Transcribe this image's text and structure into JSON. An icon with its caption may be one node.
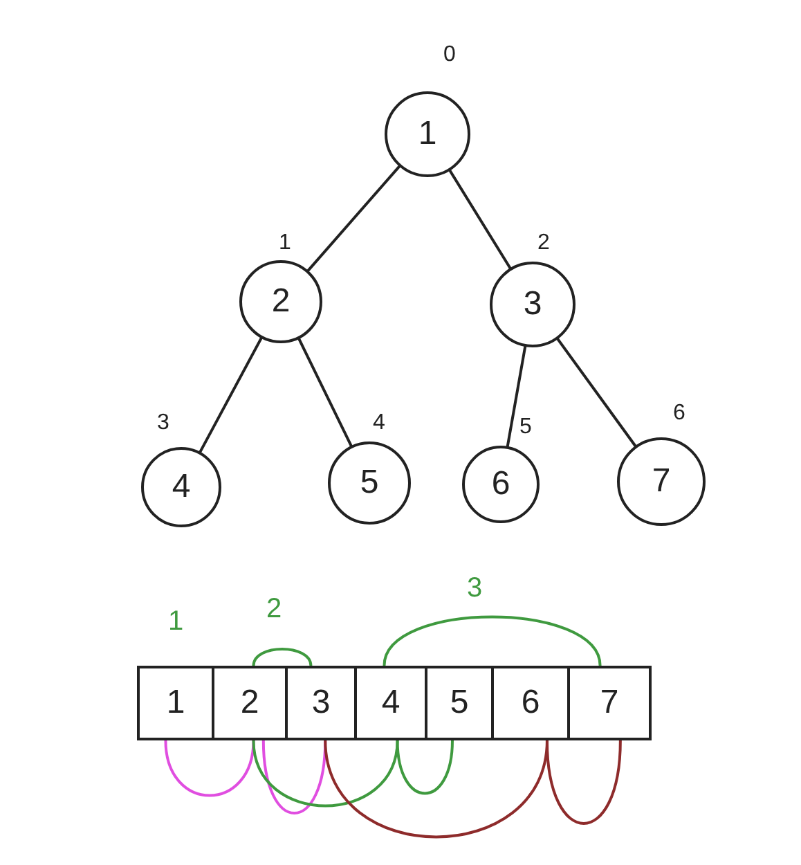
{
  "diagram": {
    "nodes": [
      {
        "text": [
          "1"
        ],
        "beside": [
          "0"
        ]
      },
      {
        "text": [
          "2"
        ],
        "beside": [
          "1"
        ]
      },
      {
        "text": [
          "3"
        ],
        "beside": [
          "2"
        ]
      },
      {
        "text": [
          "4"
        ],
        "beside": [
          "3"
        ]
      },
      {
        "text": [
          "5"
        ],
        "beside": [
          "4"
        ]
      },
      {
        "text": [
          "6"
        ],
        "beside": [
          "5"
        ]
      },
      {
        "text": [
          "7"
        ],
        "beside": [
          "6"
        ]
      },
      {
        "text": [
          "1"
        ]
      },
      {
        "text": [
          "2"
        ]
      },
      {
        "text": [
          "3"
        ]
      },
      {
        "text": [
          "4"
        ]
      },
      {
        "text": [
          "5"
        ]
      },
      {
        "text": [
          "6"
        ]
      },
      {
        "text": [
          "7"
        ]
      }
    ],
    "edges": [
      {
        "from": 0,
        "to": 1,
        "arrow": "none"
      },
      {
        "from": 0,
        "to": 2,
        "arrow": "none"
      },
      {
        "from": 1,
        "to": 3,
        "arrow": "none"
      },
      {
        "from": 1,
        "to": 4,
        "arrow": "none"
      },
      {
        "from": 2,
        "to": 5,
        "arrow": "none"
      },
      {
        "from": 2,
        "to": 6,
        "arrow": "none"
      },
      {
        "from": 7,
        "to": 8,
        "arrow": "none",
        "color": "#e04ee0"
      },
      {
        "from": 8,
        "to": 9,
        "arrow": "none",
        "color": "#e04ee0"
      },
      {
        "from": 8,
        "to": 9,
        "arrow": "none",
        "color": "#3f9a3f"
      },
      {
        "from": 8,
        "to": 10,
        "arrow": "none",
        "color": "#3f9a3f"
      },
      {
        "from": 10,
        "to": 11,
        "arrow": "none",
        "color": "#3f9a3f"
      },
      {
        "from": 10,
        "to": 13,
        "arrow": "none",
        "color": "#3f9a3f"
      },
      {
        "from": 9,
        "to": 12,
        "arrow": "none",
        "color": "#8e2b2b"
      },
      {
        "from": 12,
        "to": 13,
        "arrow": "none",
        "color": "#8e2b2b"
      }
    ],
    "labels": [
      "1",
      "2",
      "3"
    ]
  }
}
